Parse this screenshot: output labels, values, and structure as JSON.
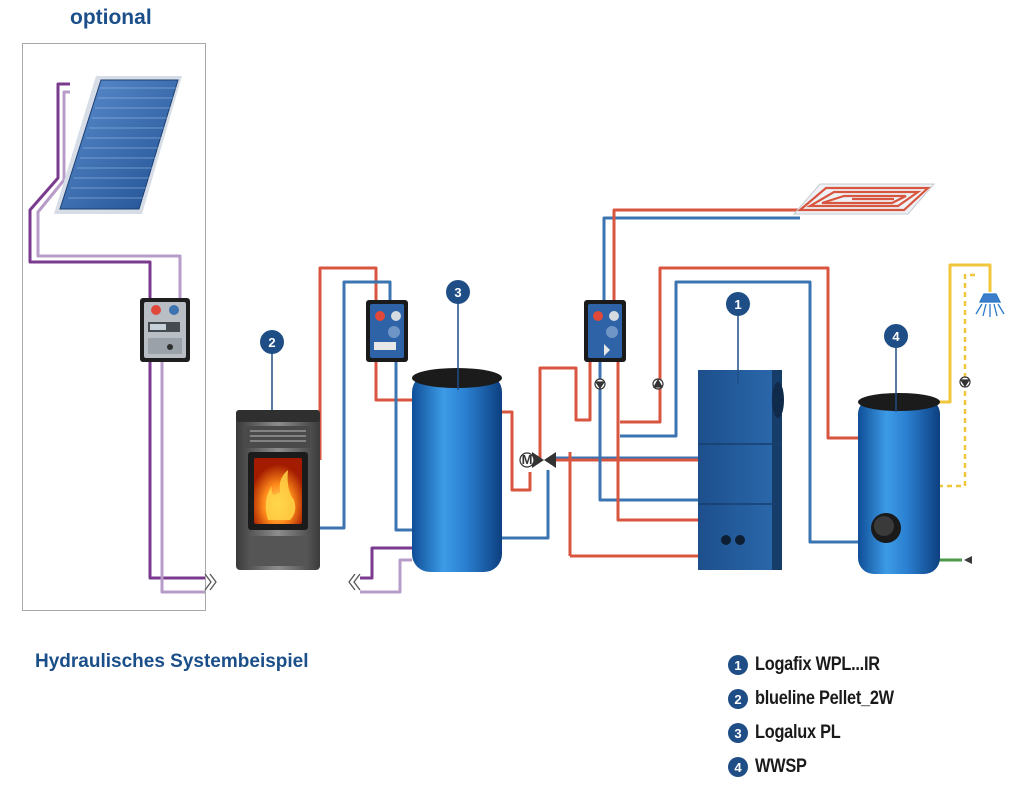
{
  "optional_label": "optional",
  "title": "Hydraulisches Systembeispiel",
  "legend": [
    {
      "num": "1",
      "label": "Logafix WPL...IR"
    },
    {
      "num": "2",
      "label": "blueline Pellet_2W"
    },
    {
      "num": "3",
      "label": "Logalux PL"
    },
    {
      "num": "4",
      "label": "WWSP"
    }
  ],
  "mixer_label": "M",
  "colors": {
    "hot_pipe": "#d8553f",
    "cold_pipe": "#3b74b0",
    "solar_pipe": "#7a3b8f",
    "solar_pipe_light": "#b79bc8",
    "dhw_pipe": "#f0c63a",
    "marker": "#1f4e86",
    "title": "#1a4f8a",
    "tank": "#1f6fc0"
  }
}
